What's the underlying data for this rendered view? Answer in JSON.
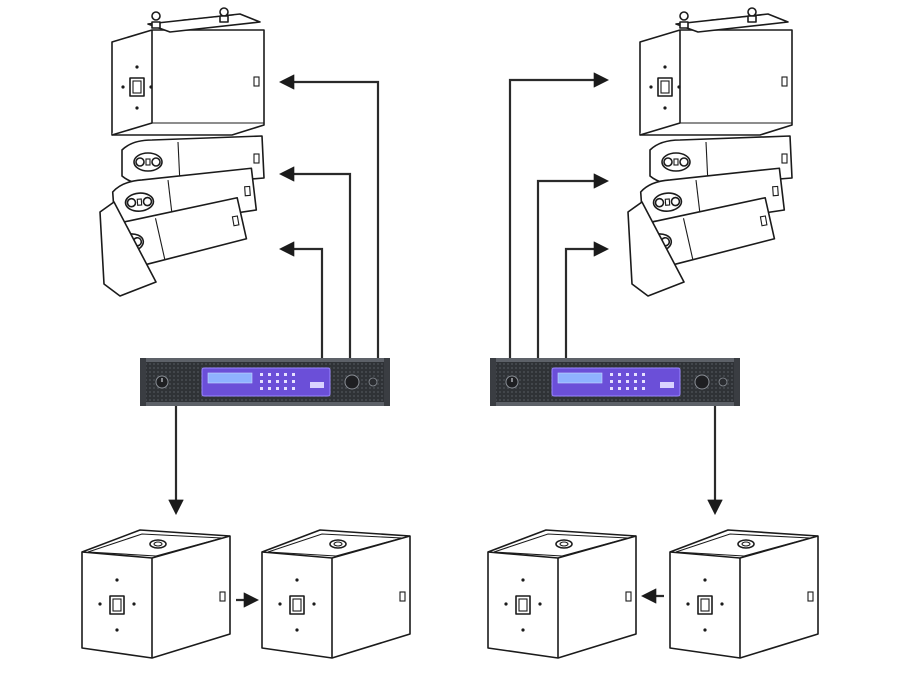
{
  "diagram": {
    "systems": [
      {
        "side": "left",
        "line_array_modules": 4,
        "amp_outputs_to_array": 3,
        "subwoofers": 2,
        "sub_link_direction": "right"
      },
      {
        "side": "right",
        "line_array_modules": 4,
        "amp_outputs_to_array": 3,
        "subwoofers": 2,
        "sub_link_direction": "left"
      }
    ],
    "amplifier": {
      "lcd_text": "",
      "panel_color": "#6b4fd8",
      "body_color": "#3a3d42"
    },
    "line_color": "#1b1b1b"
  }
}
